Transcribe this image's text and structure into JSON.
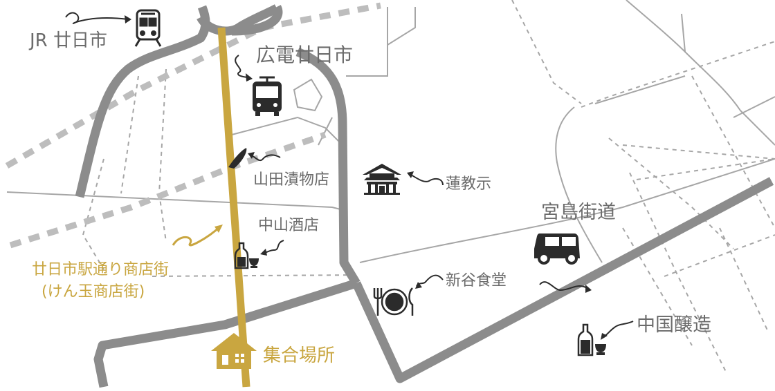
{
  "labels": {
    "jr_station": "JR 廿日市",
    "hiroden_station": "広電廿日市",
    "yamada_pickles": "山田漬物店",
    "renkyoji": "蓮教示",
    "nakayama_sake": "中山酒店",
    "shopping_street": "廿日市駅通り商店街",
    "shopping_street_alias": "(けん玉商店街)",
    "miyajima_road": "宮島街道",
    "shintani_diner": "新谷食堂",
    "chugoku_brewery": "中国醸造",
    "meeting_place": "集合場所"
  },
  "icons": {
    "jr_station": "train-icon",
    "hiroden_station": "tram-icon",
    "yamada_pickles": "pickle-icon",
    "renkyoji": "temple-icon",
    "nakayama_sake": "sake-bottle-icon",
    "shintani_diner": "plate-cutlery-icon",
    "chugoku_brewery": "sake-bottle-icon",
    "miyajima_road": "car-icon",
    "meeting_place": "house-icon"
  },
  "colors": {
    "main_road": "#8c8c8c",
    "minor_road": "#a6a6a6",
    "rail_line": "#bdbdbd",
    "route": "#c9a640",
    "icon": "#2b2b2b",
    "text": "#6b6b6b"
  }
}
